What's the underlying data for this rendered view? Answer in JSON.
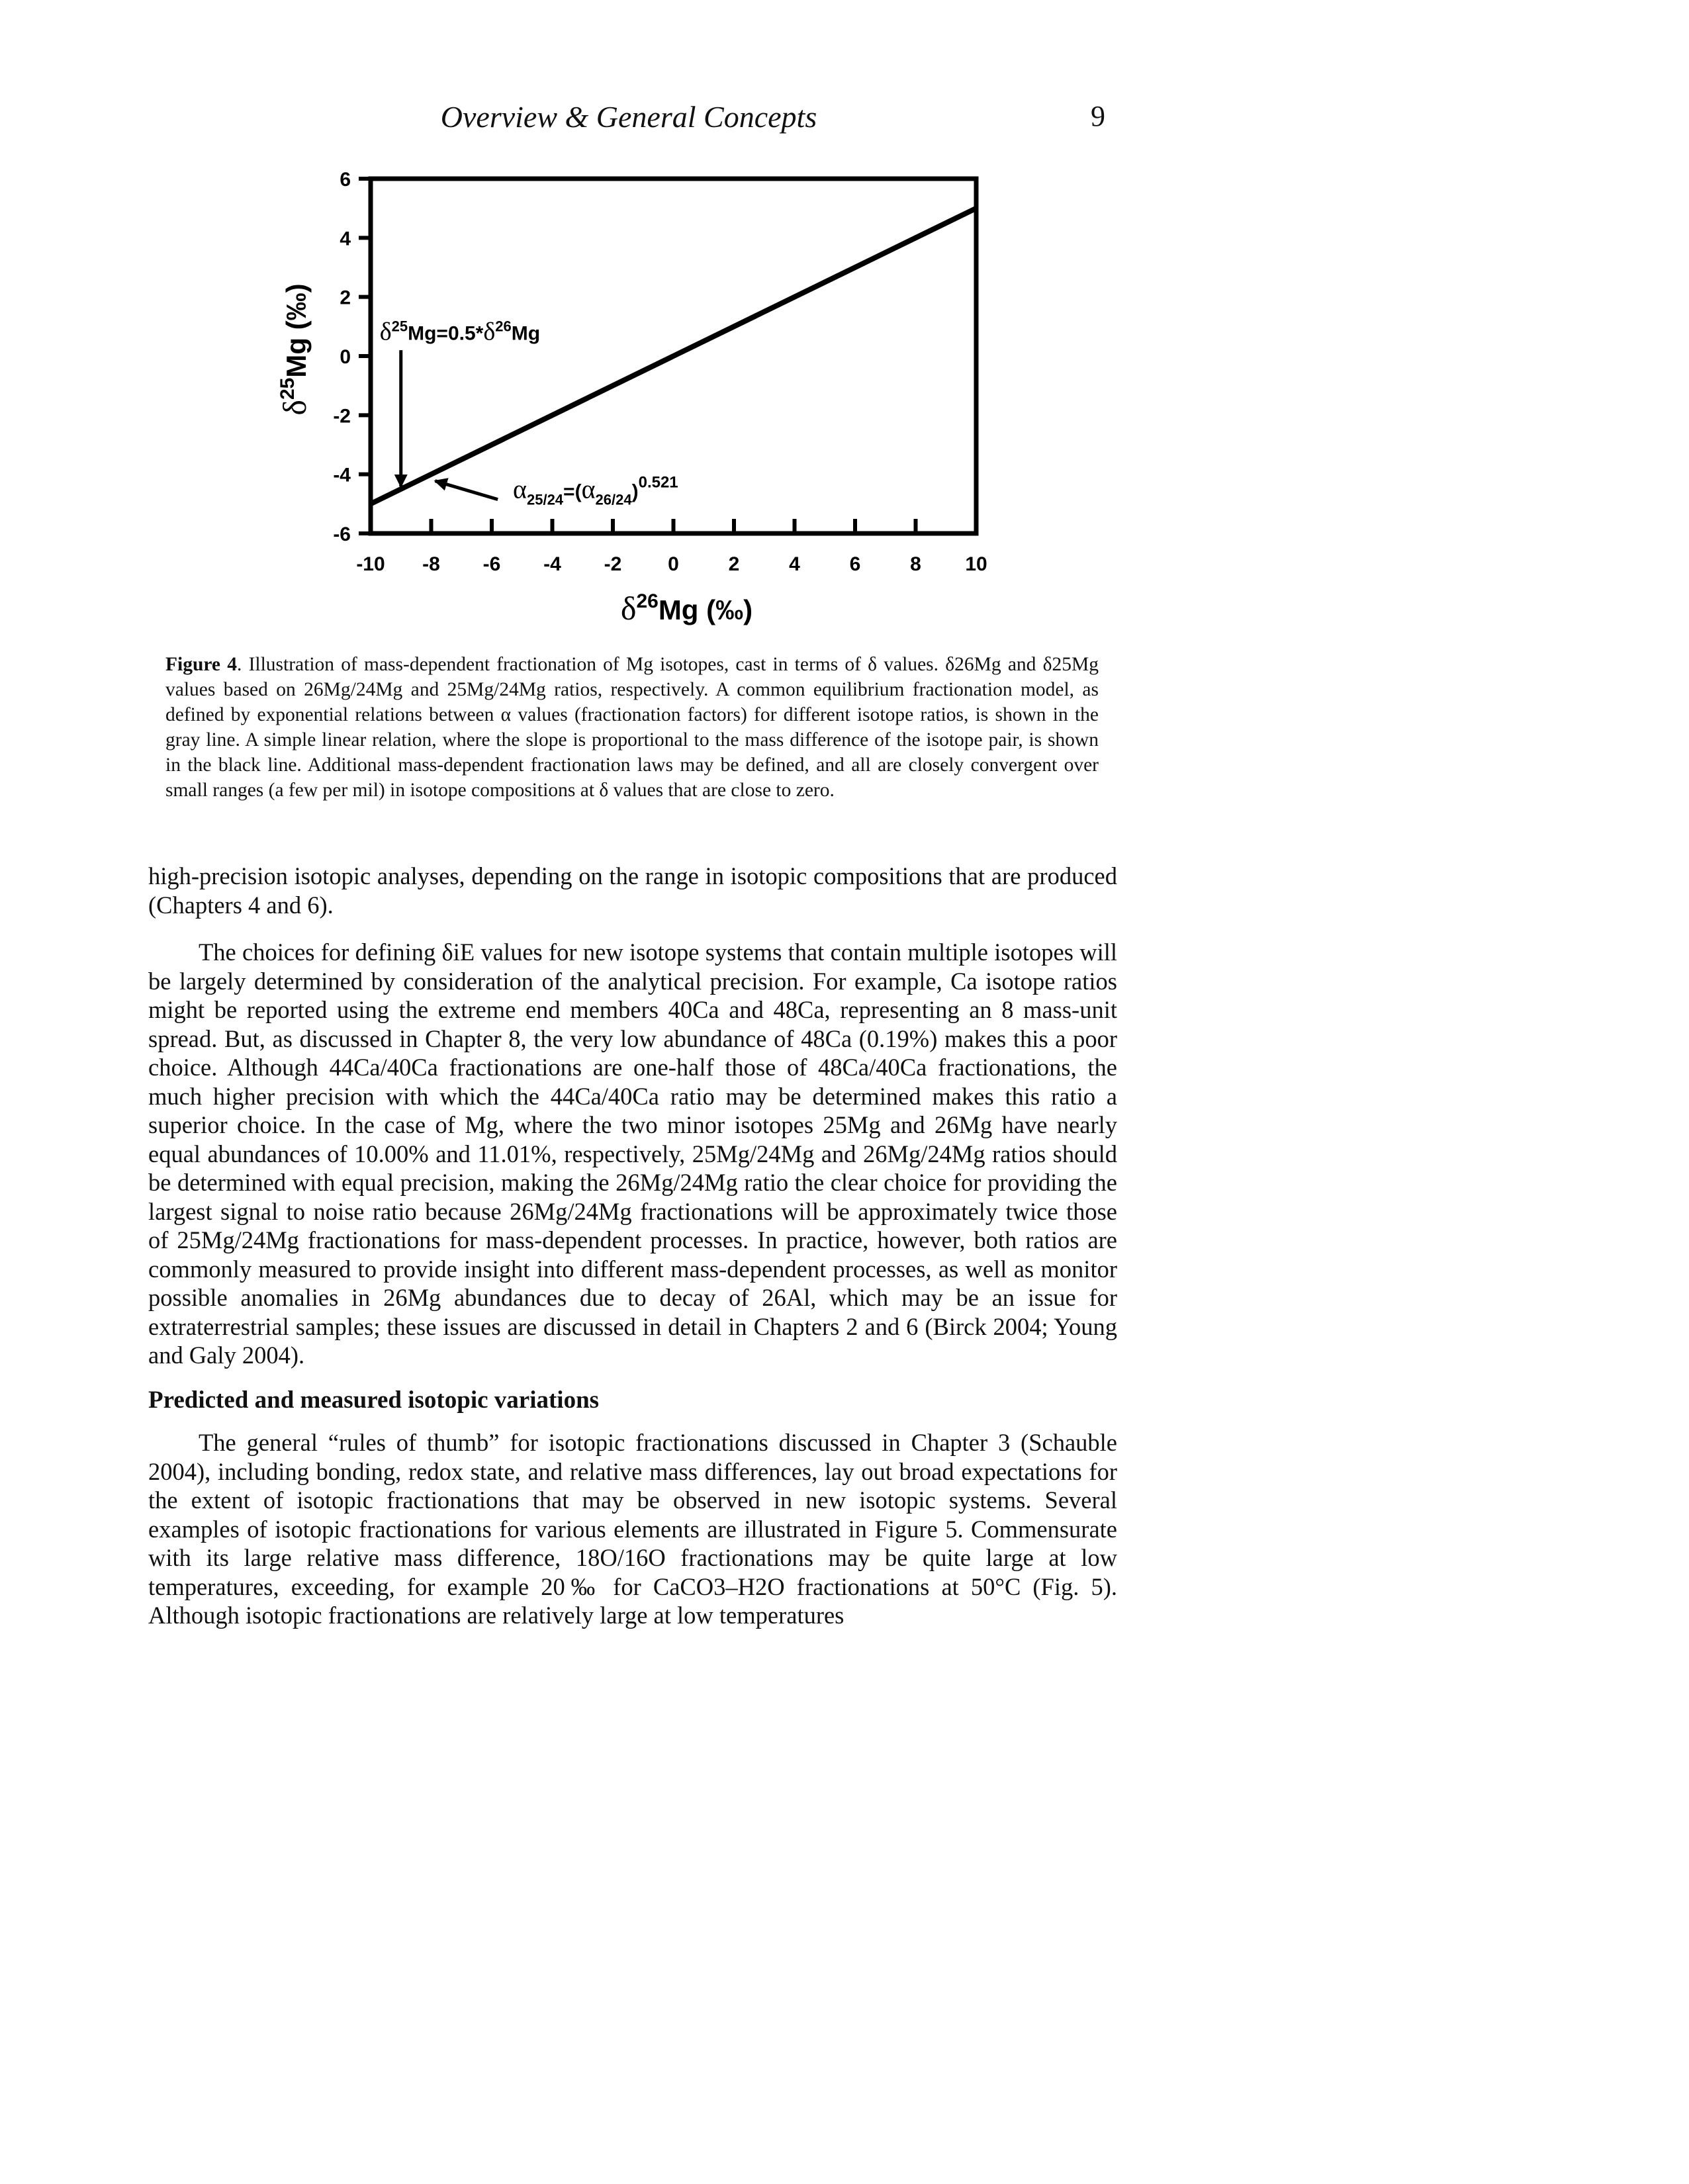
{
  "header": {
    "running_head": "Overview & General Concepts",
    "page_number": "9"
  },
  "chart_data": {
    "type": "line",
    "xlabel": "δ26Mg (‰)",
    "ylabel": "δ25Mg (‰)",
    "xlim": [
      -10,
      10
    ],
    "ylim": [
      -6,
      6
    ],
    "x_ticks": [
      "-10",
      "-8",
      "-6",
      "-4",
      "-2",
      "0",
      "2",
      "4",
      "6",
      "8",
      "10"
    ],
    "y_ticks": [
      "-6",
      "-4",
      "-2",
      "0",
      "2",
      "4",
      "6"
    ],
    "series": [
      {
        "name": "δ25Mg=0.5*δ26Mg",
        "x": [
          -10,
          10
        ],
        "y": [
          -5,
          5
        ],
        "color": "#000000"
      }
    ],
    "annotations": [
      {
        "text": "δ25Mg=0.5*δ26Mg",
        "points_to": [
          -9,
          -4.5
        ]
      },
      {
        "text": "α25/24=(α26/24)0.521",
        "points_to": [
          -8,
          -4
        ]
      }
    ],
    "grid": false
  },
  "caption": {
    "label": "Figure 4",
    "text": ". Illustration of mass-dependent fractionation of Mg isotopes, cast in terms of δ values. δ26Mg and δ25Mg values based on 26Mg/24Mg and 25Mg/24Mg ratios, respectively. A common equilibrium fractionation model, as defined by exponential relations between α values (fractionation factors) for different isotope ratios, is shown in the gray line. A simple linear relation, where the slope is proportional to the mass difference of the isotope pair, is shown in the black line. Additional mass-dependent fractionation laws may be defined, and all are closely convergent over small ranges (a few per mil) in isotope compositions at δ values that are close to zero."
  },
  "body": {
    "p1": "high-precision isotopic analyses, depending on the range in isotopic compositions that are produced (Chapters 4 and 6).",
    "p2": "The choices for defining δiE values for new isotope systems that contain multiple isotopes will be largely determined by consideration of the analytical precision. For example, Ca isotope ratios might be reported using the extreme end members 40Ca and 48Ca, representing an 8 mass-unit spread. But, as discussed in Chapter 8, the very low abundance of 48Ca (0.19%) makes this a poor choice. Although 44Ca/40Ca fractionations are one-half those of 48Ca/40Ca fractionations, the much higher precision with which the 44Ca/40Ca ratio may be determined makes this ratio a superior choice. In the case of Mg, where the two minor isotopes 25Mg and 26Mg have nearly equal abundances of 10.00% and 11.01%, respectively, 25Mg/24Mg and 26Mg/24Mg ratios should be determined with equal precision, making the 26Mg/24Mg ratio the clear choice for providing the largest signal to noise ratio because 26Mg/24Mg fractionations will be approximately twice those of 25Mg/24Mg fractionations for mass-dependent processes. In practice, however, both ratios are commonly measured to provide insight into different mass-dependent processes, as well as monitor possible anomalies in 26Mg abundances due to decay of 26Al, which may be an issue for extraterrestrial samples; these issues are discussed in detail in Chapters 2 and 6 (Birck 2004; Young and Galy 2004).",
    "heading": "Predicted and measured isotopic variations",
    "p3": "The general “rules of thumb” for isotopic fractionations discussed in Chapter 3 (Schauble 2004), including bonding, redox state, and relative mass differences, lay out broad expectations for the extent of isotopic fractionations that may be observed in new isotopic systems. Several examples of isotopic fractionations for various elements are illustrated in Figure 5. Commensurate with its large relative mass difference, 18O/16O fractionations may be quite large at low temperatures, exceeding, for example 20‰ for CaCO3–H2O fractionations at 50°C (Fig. 5). Although isotopic fractionations are relatively large at low temperatures"
  }
}
